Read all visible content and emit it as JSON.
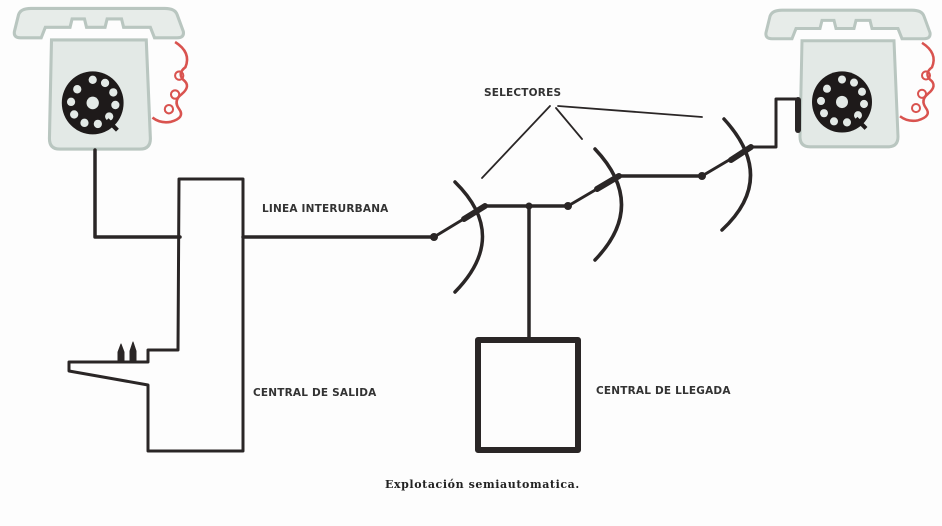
{
  "diagram": {
    "title": "Explotación semiautomatica",
    "caption": "Explotación  semiautomatica.",
    "labels": {
      "selectors": "SELECTORES",
      "trunk_line": "LINEA INTERURBANA",
      "origin_exchange": "CENTRAL DE SALIDA",
      "destination_exchange": "CENTRAL DE LLEGADA"
    },
    "nodes": [
      {
        "id": "phone-caller",
        "type": "telephone",
        "icon": "rotary-phone-icon"
      },
      {
        "id": "origin-exchange",
        "type": "exchange-switchboard",
        "label_ref": "origin_exchange"
      },
      {
        "id": "selector-1",
        "type": "selector"
      },
      {
        "id": "selector-2",
        "type": "selector"
      },
      {
        "id": "selector-3",
        "type": "selector"
      },
      {
        "id": "destination-exchange",
        "type": "exchange",
        "label_ref": "destination_exchange"
      },
      {
        "id": "phone-callee",
        "type": "telephone",
        "icon": "rotary-phone-icon"
      }
    ],
    "edges": [
      {
        "from": "phone-caller",
        "to": "origin-exchange"
      },
      {
        "from": "origin-exchange",
        "to": "selector-1",
        "label_ref": "trunk_line"
      },
      {
        "from": "selector-1",
        "to": "selector-2"
      },
      {
        "from": "selector-1",
        "to": "destination-exchange"
      },
      {
        "from": "selector-2",
        "to": "selector-3"
      },
      {
        "from": "selector-3",
        "to": "phone-callee"
      }
    ],
    "colors": {
      "line": "#2a2626",
      "phone_body": "#dfe6e2",
      "phone_outline": "#b9c6c0",
      "cord": "#d9534f",
      "dial": "#1e1a1a"
    }
  }
}
